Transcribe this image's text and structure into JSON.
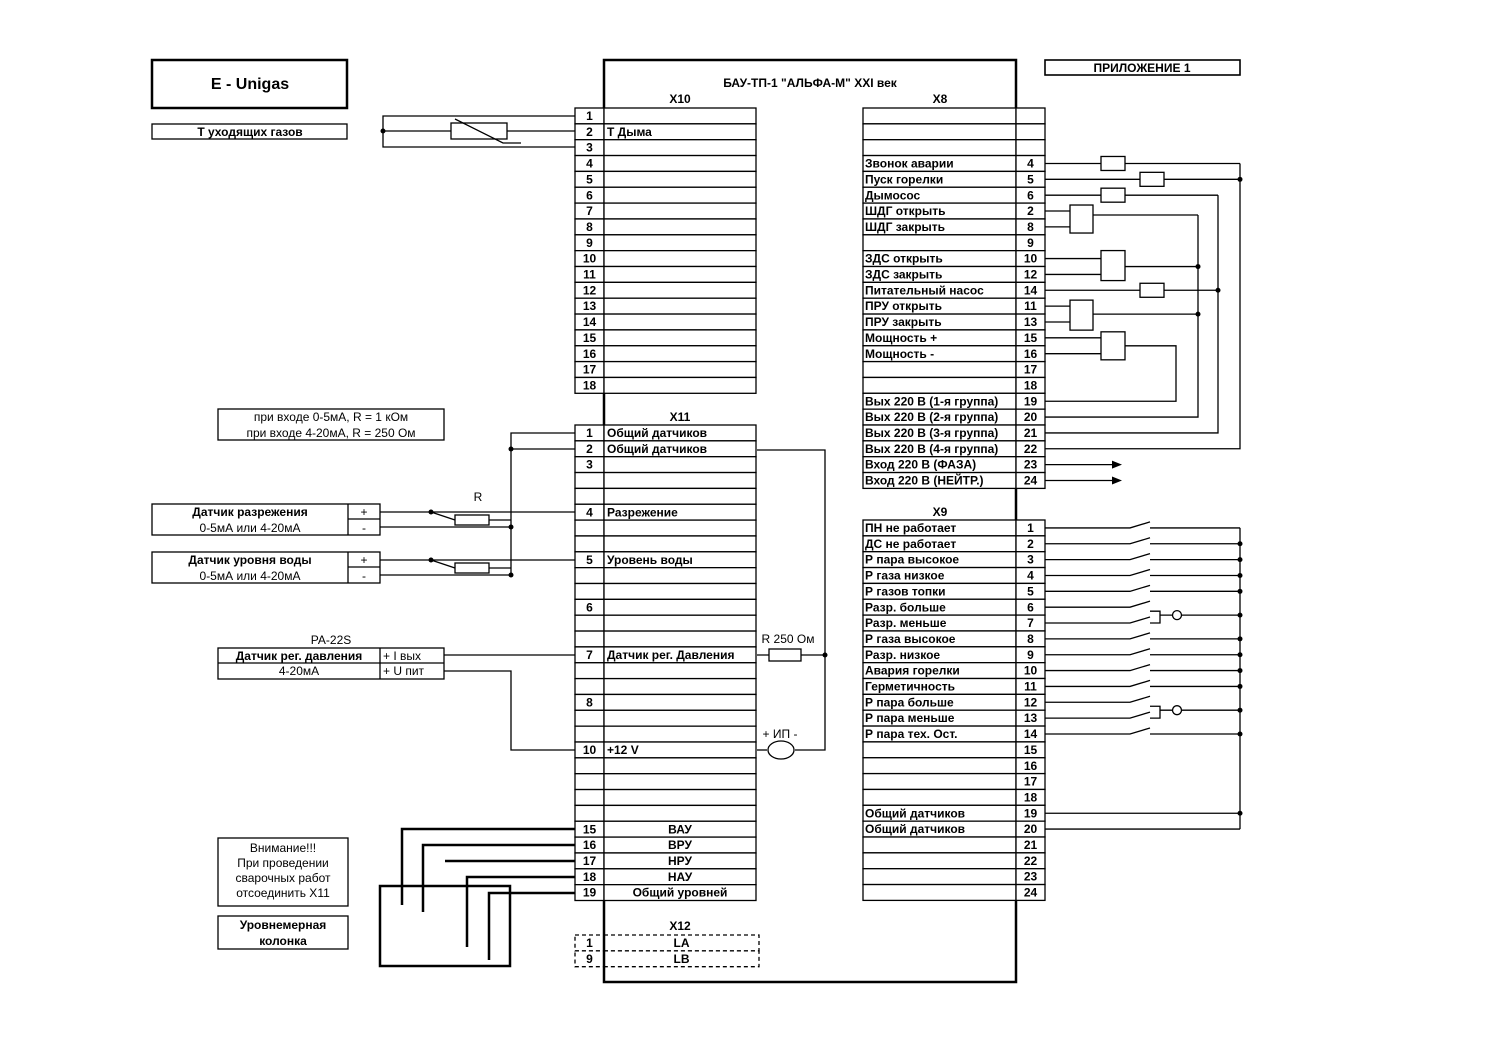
{
  "logo": "E - Unigas",
  "appendix": "ПРИЛОЖЕНИЕ 1",
  "device_title": "БАУ-ТП-1 \"АЛЬФА-М\" XXI век",
  "connectors": {
    "x10": {
      "title": "X10",
      "rows": [
        {
          "n": "1",
          "label": ""
        },
        {
          "n": "2",
          "label": "Т  Дыма"
        },
        {
          "n": "3",
          "label": ""
        },
        {
          "n": "4",
          "label": ""
        },
        {
          "n": "5",
          "label": ""
        },
        {
          "n": "6",
          "label": ""
        },
        {
          "n": "7",
          "label": ""
        },
        {
          "n": "8",
          "label": ""
        },
        {
          "n": "9",
          "label": ""
        },
        {
          "n": "10",
          "label": ""
        },
        {
          "n": "11",
          "label": ""
        },
        {
          "n": "12",
          "label": ""
        },
        {
          "n": "13",
          "label": ""
        },
        {
          "n": "14",
          "label": ""
        },
        {
          "n": "15",
          "label": ""
        },
        {
          "n": "16",
          "label": ""
        },
        {
          "n": "17",
          "label": ""
        },
        {
          "n": "18",
          "label": ""
        }
      ]
    },
    "x11": {
      "title": "X11",
      "rows": [
        {
          "n": "1",
          "label": "Общий датчиков"
        },
        {
          "n": "2",
          "label": "Общий датчиков"
        },
        {
          "n": "3",
          "label": ""
        },
        {
          "n": "",
          "label": ""
        },
        {
          "n": "",
          "label": ""
        },
        {
          "n": "4",
          "label": "Разрежение"
        },
        {
          "n": "",
          "label": ""
        },
        {
          "n": "",
          "label": ""
        },
        {
          "n": "5",
          "label": "Уровень воды"
        },
        {
          "n": "",
          "label": ""
        },
        {
          "n": "",
          "label": ""
        },
        {
          "n": "6",
          "label": ""
        },
        {
          "n": "",
          "label": ""
        },
        {
          "n": "",
          "label": ""
        },
        {
          "n": "7",
          "label": "Датчик рег. Давления"
        },
        {
          "n": "",
          "label": ""
        },
        {
          "n": "",
          "label": ""
        },
        {
          "n": "8",
          "label": ""
        },
        {
          "n": "",
          "label": ""
        },
        {
          "n": "",
          "label": ""
        },
        {
          "n": "10",
          "label": "+12 V"
        },
        {
          "n": "",
          "label": ""
        },
        {
          "n": "",
          "label": ""
        },
        {
          "n": "",
          "label": ""
        },
        {
          "n": "",
          "label": ""
        },
        {
          "n": "15",
          "label": "ВАУ"
        },
        {
          "n": "16",
          "label": "ВРУ"
        },
        {
          "n": "17",
          "label": "НРУ"
        },
        {
          "n": "18",
          "label": "НАУ"
        },
        {
          "n": "19",
          "label": "Общий уровней"
        }
      ]
    },
    "x12": {
      "title": "X12",
      "rows": [
        {
          "n": "1",
          "label": "LA"
        },
        {
          "n": "9",
          "label": "LB"
        }
      ]
    },
    "x8": {
      "title": "X8",
      "rows": [
        {
          "n": "",
          "label": ""
        },
        {
          "n": "",
          "label": ""
        },
        {
          "n": "",
          "label": ""
        },
        {
          "n": "4",
          "label": "Звонок аварии"
        },
        {
          "n": "5",
          "label": "Пуск горелки"
        },
        {
          "n": "6",
          "label": "Дымосос"
        },
        {
          "n": "2",
          "label": "ШДГ  открыть"
        },
        {
          "n": "8",
          "label": "ШДГ  закрыть"
        },
        {
          "n": "9",
          "label": ""
        },
        {
          "n": "10",
          "label": "ЗДС открыть"
        },
        {
          "n": "12",
          "label": "ЗДС закрыть"
        },
        {
          "n": "14",
          "label": "Питательный насос"
        },
        {
          "n": "11",
          "label": "ПРУ открыть"
        },
        {
          "n": "13",
          "label": "ПРУ закрыть"
        },
        {
          "n": "15",
          "label": "Мощность +"
        },
        {
          "n": "16",
          "label": "Мощность -"
        },
        {
          "n": "17",
          "label": ""
        },
        {
          "n": "18",
          "label": ""
        },
        {
          "n": "19",
          "label": "Вых 220 В (1-я группа)"
        },
        {
          "n": "20",
          "label": "Вых 220 В (2-я группа)"
        },
        {
          "n": "21",
          "label": "Вых 220 В (3-я группа)"
        },
        {
          "n": "22",
          "label": "Вых 220 В (4-я группа)"
        },
        {
          "n": "23",
          "label": "Вход 220 В (ФАЗА)"
        },
        {
          "n": "24",
          "label": "Вход 220 В (НЕЙТР.)"
        }
      ]
    },
    "x9": {
      "title": "X9",
      "rows": [
        {
          "n": "1",
          "label": "ПН не работает"
        },
        {
          "n": "2",
          "label": "ДС не работает"
        },
        {
          "n": "3",
          "label": "Р пара высокое"
        },
        {
          "n": "4",
          "label": "Р газа низкое"
        },
        {
          "n": "5",
          "label": "Р газов топки"
        },
        {
          "n": "6",
          "label": "Разр. больше"
        },
        {
          "n": "7",
          "label": "Разр. меньше"
        },
        {
          "n": "8",
          "label": "Р газа высокое"
        },
        {
          "n": "9",
          "label": "Разр. низкое"
        },
        {
          "n": "10",
          "label": "Авария горелки"
        },
        {
          "n": "11",
          "label": "Герметичность"
        },
        {
          "n": "12",
          "label": "Р пара больше"
        },
        {
          "n": "13",
          "label": "Р пара меньше"
        },
        {
          "n": "14",
          "label": "Р пара тех. Ост."
        },
        {
          "n": "15",
          "label": ""
        },
        {
          "n": "16",
          "label": ""
        },
        {
          "n": "17",
          "label": ""
        },
        {
          "n": "18",
          "label": ""
        },
        {
          "n": "19",
          "label": "Общий датчиков"
        },
        {
          "n": "20",
          "label": "Общий датчиков"
        },
        {
          "n": "21",
          "label": ""
        },
        {
          "n": "22",
          "label": ""
        },
        {
          "n": "23",
          "label": ""
        },
        {
          "n": "24",
          "label": ""
        }
      ]
    }
  },
  "left": {
    "flue_gas_label": "Т уходящих газов",
    "note_r": [
      "при входе 0-5мА, R = 1 кОм",
      "при входе 4-20мА, R = 250 Ом"
    ],
    "resistor_label": "R",
    "sensor_vacuum": {
      "name": "Датчик разрежения",
      "range": "0-5мА или 4-20мА",
      "plus": "+",
      "minus": "-"
    },
    "sensor_water": {
      "name": "Датчик уровня воды",
      "range": "0-5мА или 4-20мА",
      "plus": "+",
      "minus": "-"
    },
    "pressure_model": "РА-22S",
    "sensor_pressure": {
      "name": "Датчик рег. давления",
      "range": "4-20мА",
      "out": "+ I вых",
      "pwr": "+ U пит"
    },
    "r250": "R 250 Ом",
    "psu": "+ ИП -",
    "warning": [
      "Внимание!!!",
      "При проведении",
      "сварочных работ",
      "отсоединить X11"
    ],
    "level_column": [
      "Уровнемерная",
      "колонка"
    ]
  }
}
